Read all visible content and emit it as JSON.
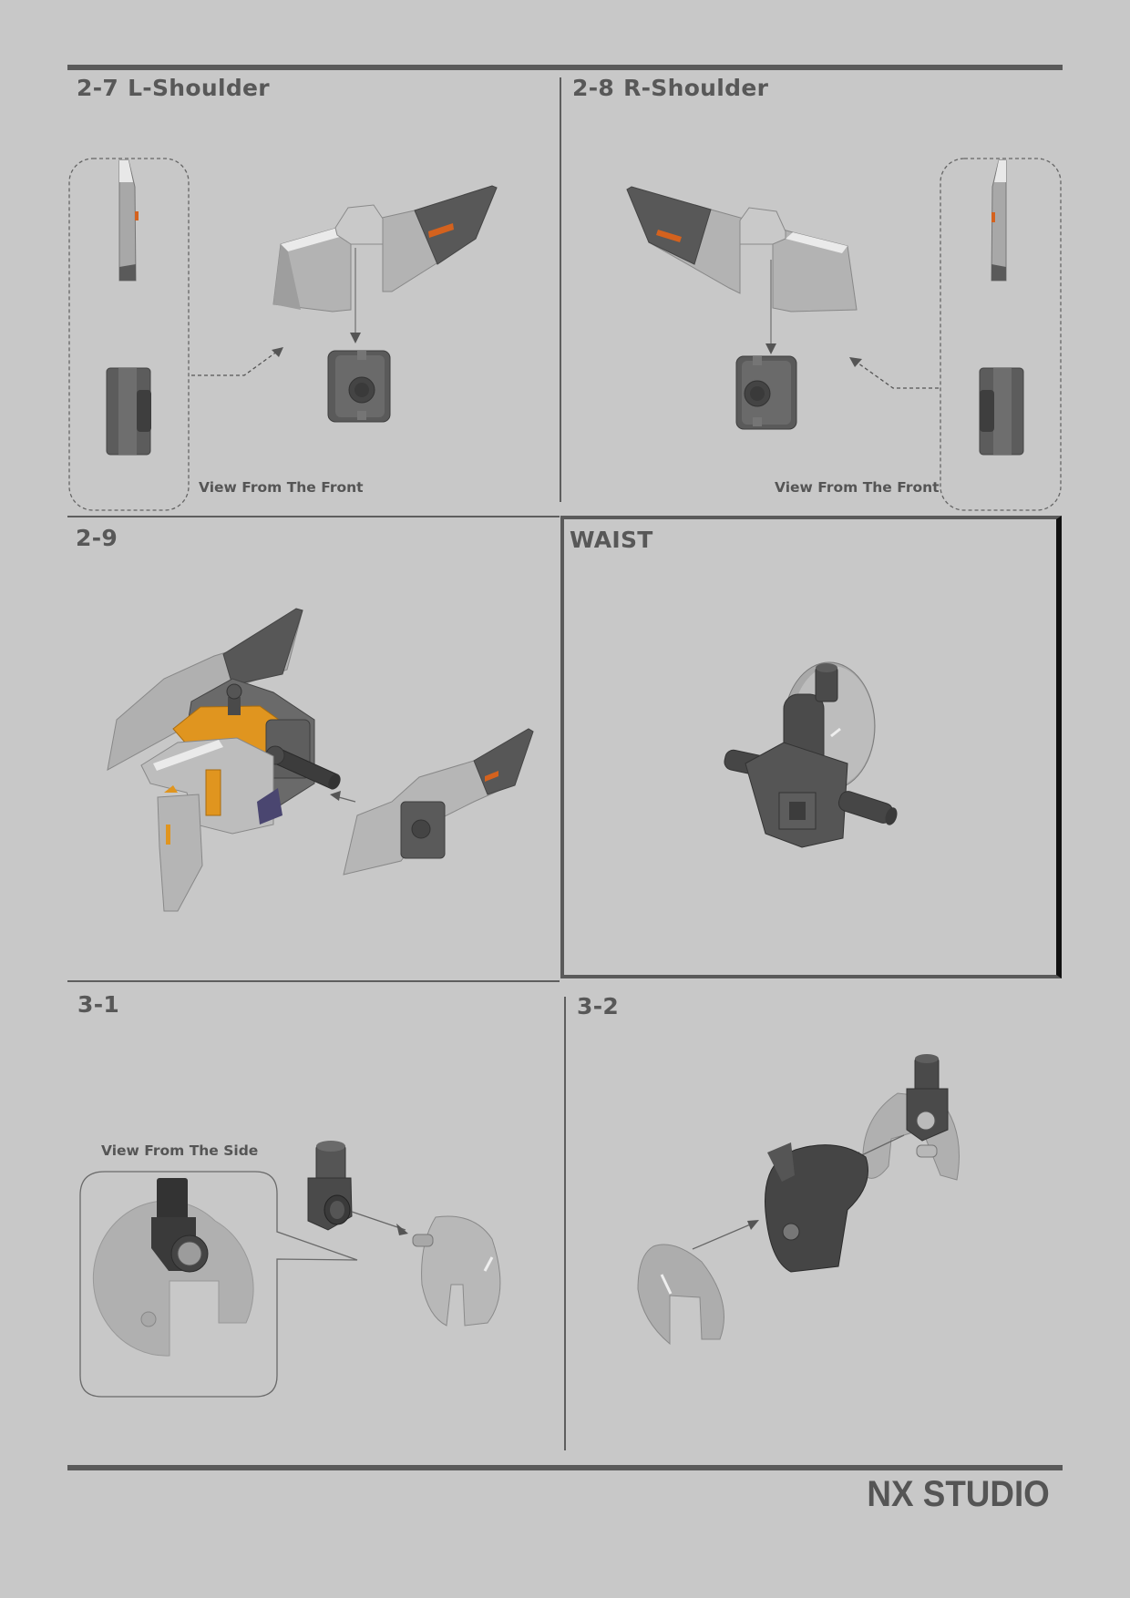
{
  "page": {
    "background": "#c8c8c8",
    "rule_color": "#5a5a5a",
    "accent_orange": "#d4621e",
    "accent_amber": "#e08f1e"
  },
  "steps": [
    {
      "id": "2-7",
      "number": "2-7",
      "title": "L-Shoulder",
      "caption": "View From The Front"
    },
    {
      "id": "2-8",
      "number": "2-8",
      "title": "R-Shoulder",
      "caption": "View From The Front"
    },
    {
      "id": "2-9",
      "number": "2-9",
      "title": ""
    },
    {
      "id": "waist",
      "number": "",
      "title": "WAIST"
    },
    {
      "id": "3-1",
      "number": "3-1",
      "title": "",
      "caption": "View From The Side"
    },
    {
      "id": "3-2",
      "number": "3-2",
      "title": ""
    }
  ],
  "footer": {
    "brand": "NX STUDIO"
  }
}
